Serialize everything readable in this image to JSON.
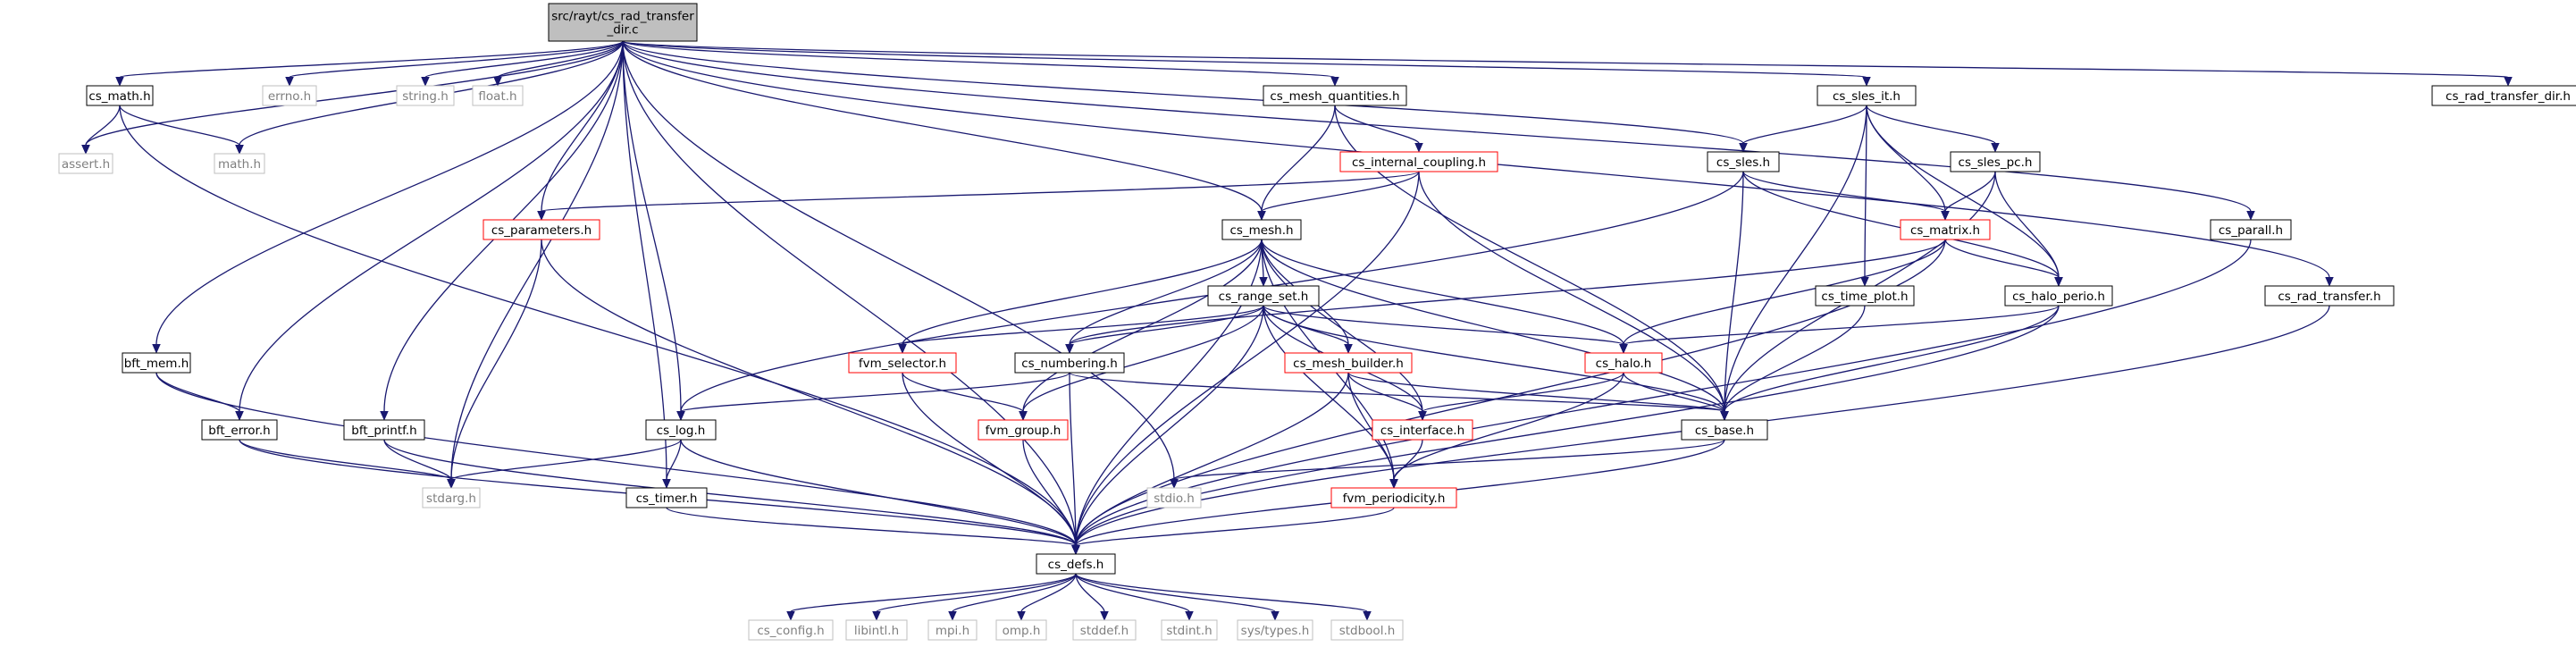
{
  "title": "src/rayt/cs_rad_transfer_dir.c",
  "colors": {
    "edge": "#191970",
    "root_fill": "#bfbfbf",
    "default_border": "#000000",
    "truncated_border": "#ff0000",
    "external_border": "#bfbfbf",
    "default_text": "#000000",
    "external_text": "#7f7f7f"
  },
  "nodes": [
    {
      "id": "root",
      "label_lines": [
        "src/rayt/cs_rad_transfer",
        "_dir.c"
      ],
      "kind": "root"
    },
    {
      "id": "assert",
      "label_lines": [
        "assert.h"
      ],
      "kind": "external"
    },
    {
      "id": "cs_math",
      "label_lines": [
        "cs_math.h"
      ],
      "kind": "default"
    },
    {
      "id": "math",
      "label_lines": [
        "math.h"
      ],
      "kind": "external"
    },
    {
      "id": "errno",
      "label_lines": [
        "errno.h"
      ],
      "kind": "external"
    },
    {
      "id": "string",
      "label_lines": [
        "string.h"
      ],
      "kind": "external"
    },
    {
      "id": "float",
      "label_lines": [
        "float.h"
      ],
      "kind": "external"
    },
    {
      "id": "cs_mesh_quantities",
      "label_lines": [
        "cs_mesh_quantities.h"
      ],
      "kind": "default"
    },
    {
      "id": "cs_sles_it",
      "label_lines": [
        "cs_sles_it.h"
      ],
      "kind": "default"
    },
    {
      "id": "cs_rad_transfer_dir",
      "label_lines": [
        "cs_rad_transfer_dir.h"
      ],
      "kind": "default"
    },
    {
      "id": "cs_internal_coupling",
      "label_lines": [
        "cs_internal_coupling.h"
      ],
      "kind": "truncated"
    },
    {
      "id": "cs_sles",
      "label_lines": [
        "cs_sles.h"
      ],
      "kind": "default"
    },
    {
      "id": "cs_sles_pc",
      "label_lines": [
        "cs_sles_pc.h"
      ],
      "kind": "default"
    },
    {
      "id": "cs_parameters",
      "label_lines": [
        "cs_parameters.h"
      ],
      "kind": "truncated"
    },
    {
      "id": "cs_mesh",
      "label_lines": [
        "cs_mesh.h"
      ],
      "kind": "default"
    },
    {
      "id": "cs_matrix",
      "label_lines": [
        "cs_matrix.h"
      ],
      "kind": "truncated"
    },
    {
      "id": "cs_parall",
      "label_lines": [
        "cs_parall.h"
      ],
      "kind": "default"
    },
    {
      "id": "cs_rad_transfer",
      "label_lines": [
        "cs_rad_transfer.h"
      ],
      "kind": "default"
    },
    {
      "id": "cs_time_plot",
      "label_lines": [
        "cs_time_plot.h"
      ],
      "kind": "default"
    },
    {
      "id": "cs_halo_perio",
      "label_lines": [
        "cs_halo_perio.h"
      ],
      "kind": "default"
    },
    {
      "id": "cs_range_set",
      "label_lines": [
        "cs_range_set.h"
      ],
      "kind": "default"
    },
    {
      "id": "bft_mem",
      "label_lines": [
        "bft_mem.h"
      ],
      "kind": "default"
    },
    {
      "id": "fvm_selector",
      "label_lines": [
        "fvm_selector.h"
      ],
      "kind": "truncated"
    },
    {
      "id": "cs_numbering",
      "label_lines": [
        "cs_numbering.h"
      ],
      "kind": "default"
    },
    {
      "id": "cs_mesh_builder",
      "label_lines": [
        "cs_mesh_builder.h"
      ],
      "kind": "truncated"
    },
    {
      "id": "cs_halo",
      "label_lines": [
        "cs_halo.h"
      ],
      "kind": "truncated"
    },
    {
      "id": "bft_error",
      "label_lines": [
        "bft_error.h"
      ],
      "kind": "default"
    },
    {
      "id": "bft_printf",
      "label_lines": [
        "bft_printf.h"
      ],
      "kind": "default"
    },
    {
      "id": "cs_log",
      "label_lines": [
        "cs_log.h"
      ],
      "kind": "default"
    },
    {
      "id": "fvm_group",
      "label_lines": [
        "fvm_group.h"
      ],
      "kind": "truncated"
    },
    {
      "id": "cs_interface",
      "label_lines": [
        "cs_interface.h"
      ],
      "kind": "truncated"
    },
    {
      "id": "cs_base",
      "label_lines": [
        "cs_base.h"
      ],
      "kind": "default"
    },
    {
      "id": "stdarg",
      "label_lines": [
        "stdarg.h"
      ],
      "kind": "external"
    },
    {
      "id": "cs_timer",
      "label_lines": [
        "cs_timer.h"
      ],
      "kind": "default"
    },
    {
      "id": "stdio",
      "label_lines": [
        "stdio.h"
      ],
      "kind": "external"
    },
    {
      "id": "fvm_periodicity",
      "label_lines": [
        "fvm_periodicity.h"
      ],
      "kind": "truncated"
    },
    {
      "id": "cs_defs",
      "label_lines": [
        "cs_defs.h"
      ],
      "kind": "default"
    },
    {
      "id": "cs_config",
      "label_lines": [
        "cs_config.h"
      ],
      "kind": "external"
    },
    {
      "id": "libintl",
      "label_lines": [
        "libintl.h"
      ],
      "kind": "external"
    },
    {
      "id": "mpi",
      "label_lines": [
        "mpi.h"
      ],
      "kind": "external"
    },
    {
      "id": "omp",
      "label_lines": [
        "omp.h"
      ],
      "kind": "external"
    },
    {
      "id": "stddef",
      "label_lines": [
        "stddef.h"
      ],
      "kind": "external"
    },
    {
      "id": "stdint",
      "label_lines": [
        "stdint.h"
      ],
      "kind": "external"
    },
    {
      "id": "systypes",
      "label_lines": [
        "sys/types.h"
      ],
      "kind": "external"
    },
    {
      "id": "stdbool",
      "label_lines": [
        "stdbool.h"
      ],
      "kind": "external"
    }
  ],
  "edges": [
    [
      "root",
      "assert"
    ],
    [
      "root",
      "cs_math"
    ],
    [
      "root",
      "math"
    ],
    [
      "root",
      "errno"
    ],
    [
      "root",
      "string"
    ],
    [
      "root",
      "float"
    ],
    [
      "root",
      "cs_mesh_quantities"
    ],
    [
      "root",
      "cs_sles_it"
    ],
    [
      "root",
      "cs_rad_transfer_dir"
    ],
    [
      "root",
      "cs_parameters"
    ],
    [
      "root",
      "cs_mesh"
    ],
    [
      "root",
      "cs_sles"
    ],
    [
      "root",
      "cs_parall"
    ],
    [
      "root",
      "cs_rad_transfer"
    ],
    [
      "root",
      "bft_mem"
    ],
    [
      "root",
      "bft_error"
    ],
    [
      "root",
      "bft_printf"
    ],
    [
      "root",
      "cs_log"
    ],
    [
      "root",
      "stdarg"
    ],
    [
      "root",
      "cs_timer"
    ],
    [
      "root",
      "stdio"
    ],
    [
      "root",
      "cs_defs"
    ],
    [
      "cs_math",
      "assert"
    ],
    [
      "cs_math",
      "math"
    ],
    [
      "cs_math",
      "cs_defs"
    ],
    [
      "cs_mesh_quantities",
      "cs_internal_coupling"
    ],
    [
      "cs_mesh_quantities",
      "cs_mesh"
    ],
    [
      "cs_mesh_quantities",
      "cs_base"
    ],
    [
      "cs_sles_it",
      "cs_sles"
    ],
    [
      "cs_sles_it",
      "cs_sles_pc"
    ],
    [
      "cs_sles_it",
      "cs_matrix"
    ],
    [
      "cs_sles_it",
      "cs_time_plot"
    ],
    [
      "cs_sles_it",
      "cs_halo_perio"
    ],
    [
      "cs_sles_it",
      "cs_base"
    ],
    [
      "cs_internal_coupling",
      "cs_parameters"
    ],
    [
      "cs_internal_coupling",
      "cs_mesh"
    ],
    [
      "cs_internal_coupling",
      "cs_base"
    ],
    [
      "cs_internal_coupling",
      "cs_defs"
    ],
    [
      "cs_sles",
      "cs_matrix"
    ],
    [
      "cs_sles",
      "cs_log"
    ],
    [
      "cs_sles",
      "cs_halo_perio"
    ],
    [
      "cs_sles",
      "cs_base"
    ],
    [
      "cs_sles_pc",
      "cs_matrix"
    ],
    [
      "cs_sles_pc",
      "cs_halo_perio"
    ],
    [
      "cs_sles_pc",
      "cs_base"
    ],
    [
      "cs_parameters",
      "stdarg"
    ],
    [
      "cs_parameters",
      "cs_defs"
    ],
    [
      "cs_mesh",
      "cs_range_set"
    ],
    [
      "cs_mesh",
      "fvm_selector"
    ],
    [
      "cs_mesh",
      "cs_numbering"
    ],
    [
      "cs_mesh",
      "cs_mesh_builder"
    ],
    [
      "cs_mesh",
      "cs_halo"
    ],
    [
      "cs_mesh",
      "cs_interface"
    ],
    [
      "cs_mesh",
      "fvm_group"
    ],
    [
      "cs_mesh",
      "fvm_periodicity"
    ],
    [
      "cs_mesh",
      "cs_base"
    ],
    [
      "cs_mesh",
      "cs_defs"
    ],
    [
      "cs_matrix",
      "cs_halo"
    ],
    [
      "cs_matrix",
      "cs_numbering"
    ],
    [
      "cs_matrix",
      "cs_halo_perio"
    ],
    [
      "cs_matrix",
      "cs_defs"
    ],
    [
      "cs_parall",
      "cs_defs"
    ],
    [
      "cs_rad_transfer",
      "cs_defs"
    ],
    [
      "cs_time_plot",
      "cs_base"
    ],
    [
      "cs_halo_perio",
      "cs_halo"
    ],
    [
      "cs_halo_perio",
      "cs_base"
    ],
    [
      "cs_halo_perio",
      "cs_defs"
    ],
    [
      "cs_range_set",
      "fvm_selector"
    ],
    [
      "cs_range_set",
      "cs_numbering"
    ],
    [
      "cs_range_set",
      "cs_mesh_builder"
    ],
    [
      "cs_range_set",
      "cs_halo"
    ],
    [
      "cs_range_set",
      "cs_interface"
    ],
    [
      "cs_range_set",
      "fvm_group"
    ],
    [
      "cs_range_set",
      "fvm_periodicity"
    ],
    [
      "cs_range_set",
      "cs_base"
    ],
    [
      "cs_range_set",
      "cs_defs"
    ],
    [
      "bft_mem",
      "bft_error"
    ],
    [
      "bft_mem",
      "cs_defs"
    ],
    [
      "fvm_selector",
      "fvm_group"
    ],
    [
      "fvm_selector",
      "cs_defs"
    ],
    [
      "cs_numbering",
      "cs_log"
    ],
    [
      "cs_numbering",
      "cs_base"
    ],
    [
      "cs_numbering",
      "cs_defs"
    ],
    [
      "cs_mesh_builder",
      "cs_interface"
    ],
    [
      "cs_mesh_builder",
      "fvm_periodicity"
    ],
    [
      "cs_mesh_builder",
      "cs_base"
    ],
    [
      "cs_mesh_builder",
      "cs_defs"
    ],
    [
      "cs_halo",
      "cs_interface"
    ],
    [
      "cs_halo",
      "fvm_periodicity"
    ],
    [
      "cs_halo",
      "cs_base"
    ],
    [
      "bft_error",
      "stdarg"
    ],
    [
      "bft_error",
      "cs_defs"
    ],
    [
      "bft_printf",
      "stdarg"
    ],
    [
      "bft_printf",
      "cs_defs"
    ],
    [
      "cs_log",
      "stdarg"
    ],
    [
      "cs_log",
      "cs_timer"
    ],
    [
      "cs_log",
      "cs_defs"
    ],
    [
      "fvm_group",
      "cs_defs"
    ],
    [
      "cs_interface",
      "fvm_periodicity"
    ],
    [
      "cs_base",
      "stdio"
    ],
    [
      "cs_base",
      "cs_defs"
    ],
    [
      "cs_timer",
      "cs_defs"
    ],
    [
      "fvm_periodicity",
      "cs_defs"
    ],
    [
      "cs_defs",
      "cs_config"
    ],
    [
      "cs_defs",
      "libintl"
    ],
    [
      "cs_defs",
      "mpi"
    ],
    [
      "cs_defs",
      "omp"
    ],
    [
      "cs_defs",
      "stddef"
    ],
    [
      "cs_defs",
      "stdint"
    ],
    [
      "cs_defs",
      "systypes"
    ],
    [
      "cs_defs",
      "stdbool"
    ]
  ]
}
